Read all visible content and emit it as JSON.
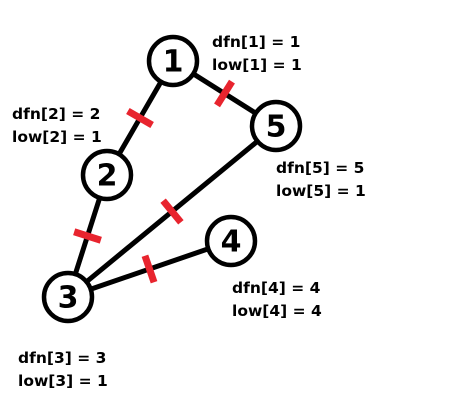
{
  "nodes": [
    {
      "id": "1",
      "label": "1"
    },
    {
      "id": "2",
      "label": "2"
    },
    {
      "id": "3",
      "label": "3"
    },
    {
      "id": "4",
      "label": "4"
    },
    {
      "id": "5",
      "label": "5"
    }
  ],
  "edges": [
    {
      "from": "1",
      "to": "2",
      "marked": true
    },
    {
      "from": "1",
      "to": "5",
      "marked": true
    },
    {
      "from": "2",
      "to": "3",
      "marked": true
    },
    {
      "from": "3",
      "to": "5",
      "marked": true
    },
    {
      "from": "3",
      "to": "4",
      "marked": true
    }
  ],
  "annotations": {
    "n1": {
      "dfn": "dfn[1] = 1",
      "low": "low[1] = 1"
    },
    "n2": {
      "dfn": "dfn[2] = 2",
      "low": "low[2] = 1"
    },
    "n3": {
      "dfn": "dfn[3] = 3",
      "low": "low[3] = 1"
    },
    "n4": {
      "dfn": "dfn[4] = 4",
      "low": "low[4] = 4"
    },
    "n5": {
      "dfn": "dfn[5] = 5",
      "low": "low[5] = 1"
    }
  },
  "colors": {
    "edge": "#000000",
    "bridge_mark": "#e8242e",
    "node_fill": "#ffffff",
    "node_stroke": "#000000"
  }
}
